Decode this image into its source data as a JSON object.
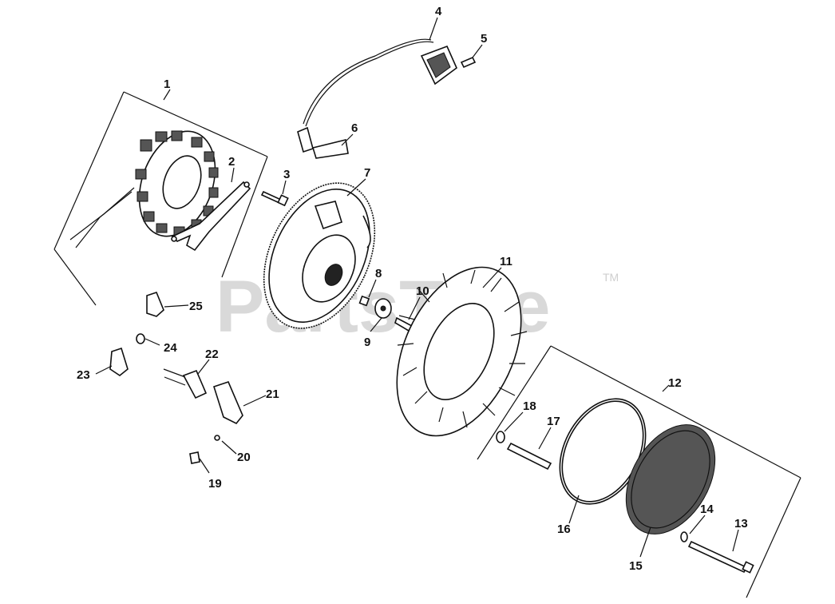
{
  "watermark": {
    "text": "PartsTree",
    "trademark": "TM"
  },
  "callouts": [
    {
      "id": "c1",
      "label": "1"
    },
    {
      "id": "c2",
      "label": "2"
    },
    {
      "id": "c3",
      "label": "3"
    },
    {
      "id": "c4",
      "label": "4"
    },
    {
      "id": "c5",
      "label": "5"
    },
    {
      "id": "c6",
      "label": "6"
    },
    {
      "id": "c7",
      "label": "7"
    },
    {
      "id": "c8",
      "label": "8"
    },
    {
      "id": "c9",
      "label": "9"
    },
    {
      "id": "c10",
      "label": "10"
    },
    {
      "id": "c11",
      "label": "11"
    },
    {
      "id": "c12",
      "label": "12"
    },
    {
      "id": "c13",
      "label": "13"
    },
    {
      "id": "c14",
      "label": "14"
    },
    {
      "id": "c15",
      "label": "15"
    },
    {
      "id": "c16",
      "label": "16"
    },
    {
      "id": "c17",
      "label": "17"
    },
    {
      "id": "c18",
      "label": "18"
    },
    {
      "id": "c19",
      "label": "19"
    },
    {
      "id": "c20",
      "label": "20"
    },
    {
      "id": "c21",
      "label": "21"
    },
    {
      "id": "c22",
      "label": "22"
    },
    {
      "id": "c23",
      "label": "23"
    },
    {
      "id": "c24",
      "label": "24"
    },
    {
      "id": "c25",
      "label": "25"
    }
  ]
}
